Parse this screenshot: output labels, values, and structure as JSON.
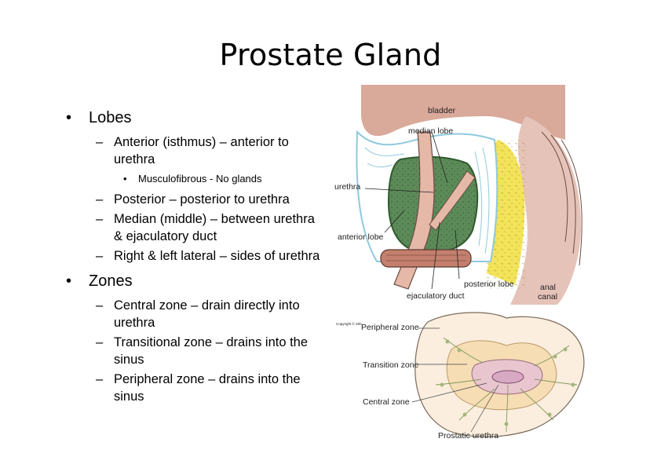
{
  "title": "Prostate Gland",
  "lobes": {
    "heading": "Lobes",
    "items": [
      {
        "text": "Anterior (isthmus) – anterior to urethra",
        "sub": "Musculofibrous - No glands"
      },
      {
        "text": "Posterior – posterior to urethra"
      },
      {
        "text": "Median (middle) – between urethra & ejaculatory duct"
      },
      {
        "text": "Right & left lateral – sides of urethra"
      }
    ]
  },
  "zones": {
    "heading": "Zones",
    "items": [
      "Central zone – drain directly into urethra",
      "Transitional zone – drains into the sinus",
      "Peripheral zone – drains into the sinus"
    ]
  },
  "bullet_glyph": "•",
  "dash_glyph": "–",
  "sagittal_labels": {
    "bladder": "bladder",
    "median_lobe": "median lobe",
    "urethra": "urethra",
    "anterior_lobe": "anterior lobe",
    "posterior_lobe": "posterior lobe",
    "ejaculatory_duct": "ejaculatory duct",
    "anal_canal_1": "anal",
    "anal_canal_2": "canal"
  },
  "zone_labels": {
    "copyright": "Copyright © 200",
    "peripheral": "Peripheral zone",
    "transition": "Transition zone",
    "central": "Central zone",
    "prostatic_urethra": "Prostatic urethra"
  },
  "colors": {
    "bladder_wall": "#d9a99a",
    "prostate_green": "#5c8a58",
    "fat_blue": "#8fc9dd",
    "yellow_tissue": "#f3e35a",
    "muscle_band": "#c47f6e",
    "urethra_tube": "#e6b8a8",
    "zone_outer": "#fbeede",
    "zone_mid": "#f6ddb4",
    "zone_inner": "#e9c6cf"
  }
}
